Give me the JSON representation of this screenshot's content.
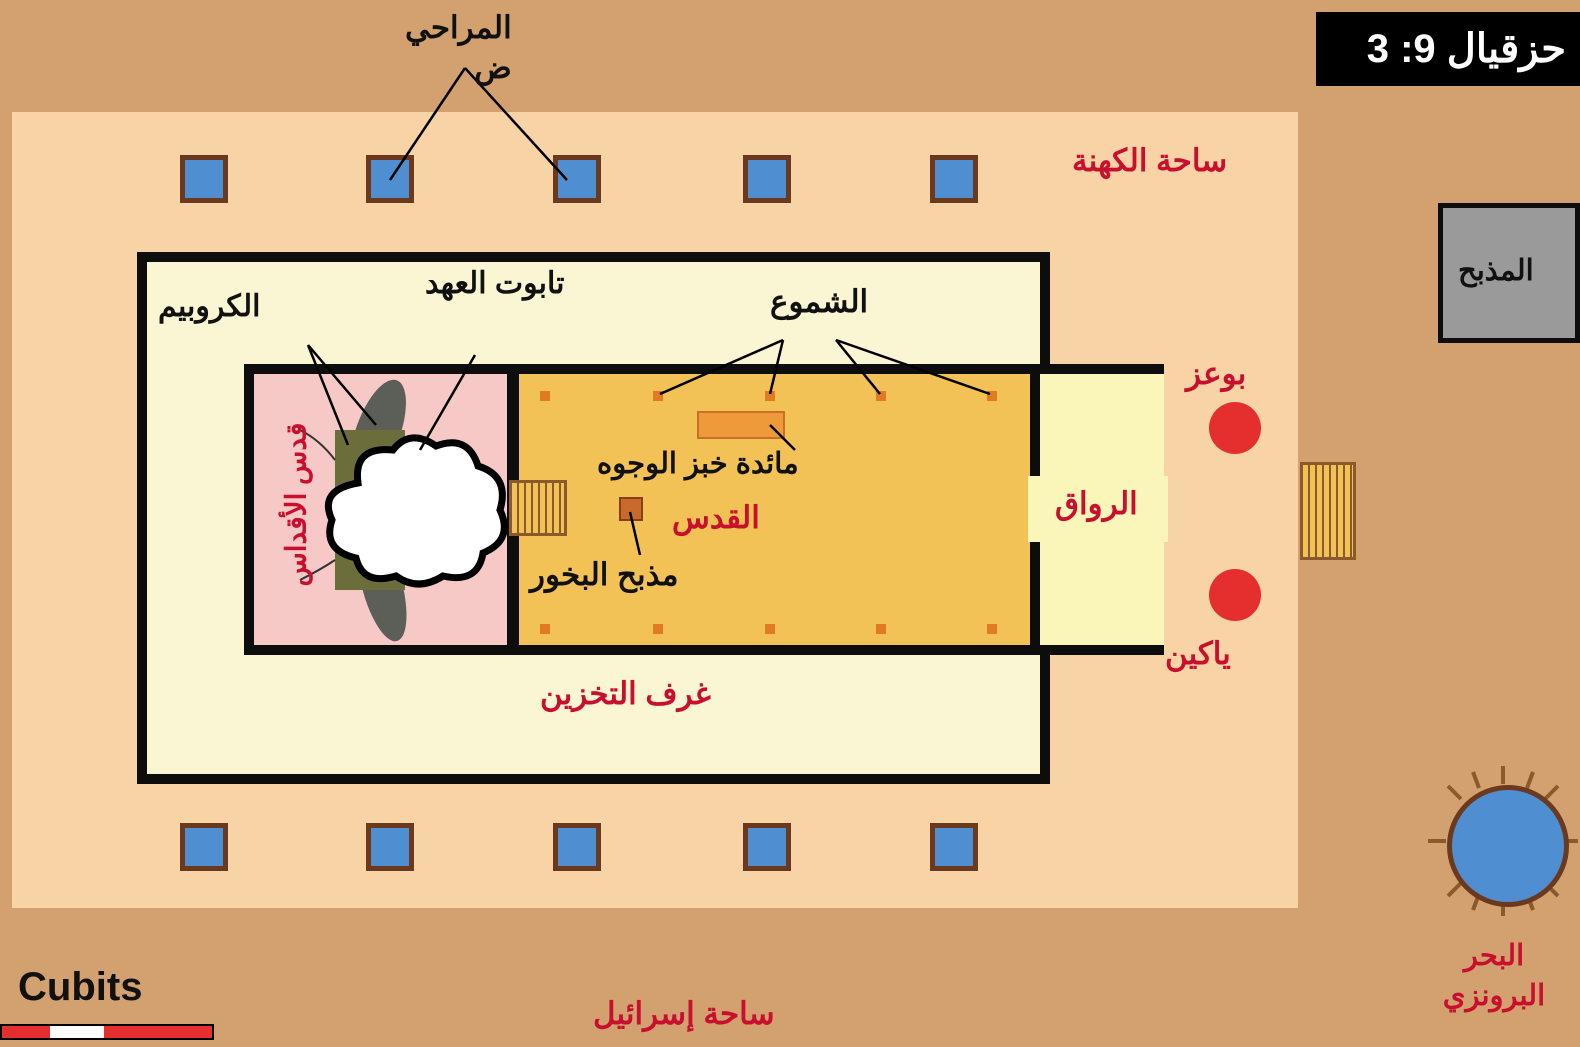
{
  "diagram": {
    "title": "حزقيال 9: 3",
    "labels": {
      "lavers": "المراحي\nض",
      "priests_court": "ساحة الكهنة",
      "altar": "المذبح",
      "boaz": "بوعز",
      "jachin": "ياكين",
      "porch": "الرواق",
      "candles": "الشموع",
      "ark": "تابوت العهد",
      "cherubim": "الكروبيم",
      "table": "مائدة خبز الوجوه",
      "holy_place": "القدس",
      "incense_altar": "مذبح البخور",
      "holy_of_holies": "قدس الأقداس",
      "storage_rooms": "غرف التخزين",
      "israel_court": "ساحة إسرائيل",
      "bronze_sea": "البحر البرونزي",
      "cubits": "Cubits"
    },
    "icons": {
      "glory_cloud": "cloud-icon",
      "cherub": "cherub-wing-icon"
    },
    "colors": {
      "background": "#D3A070",
      "court": "#F8D3A6",
      "building": "#FAF5D3",
      "holy_place": "#F3C256",
      "holy_of_holies": "#F6C8C6",
      "pillar_square": "#4F8ED1",
      "pillar_round": "#E52E2E",
      "red_text": "#C8102E"
    }
  }
}
